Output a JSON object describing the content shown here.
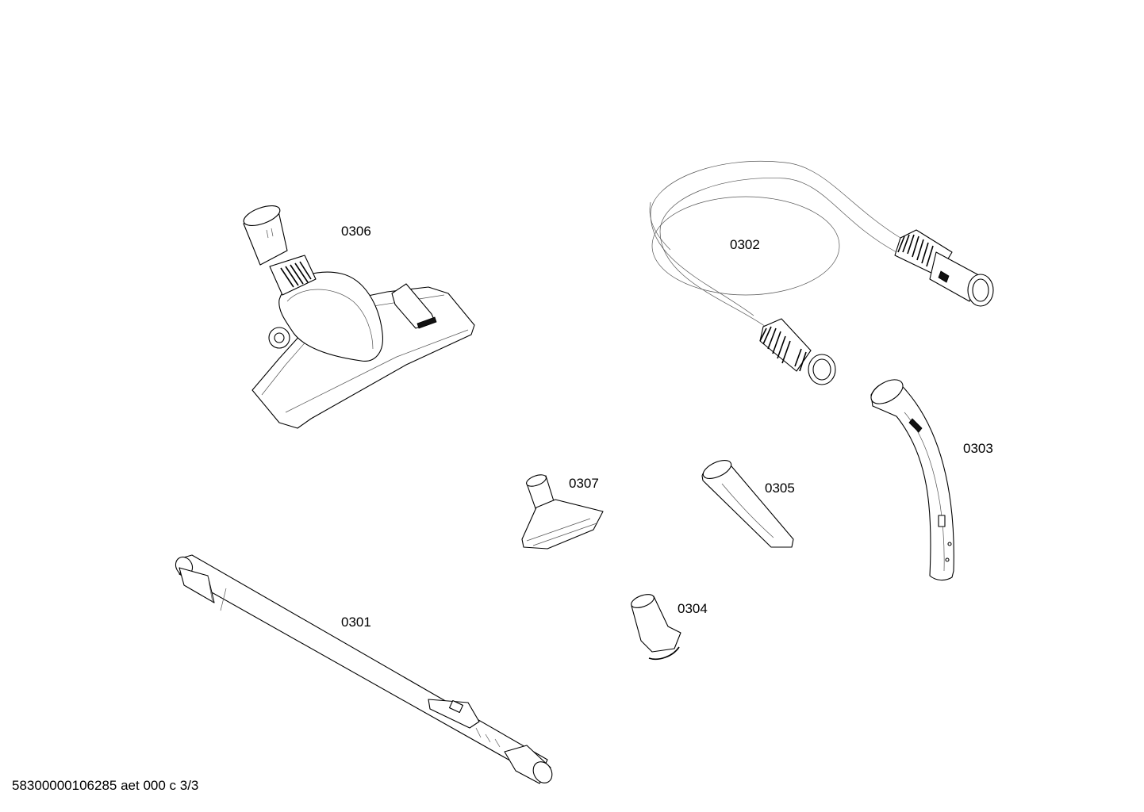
{
  "parts": [
    {
      "id": "0306",
      "label": "0306"
    },
    {
      "id": "0302",
      "label": "0302"
    },
    {
      "id": "0303",
      "label": "0303"
    },
    {
      "id": "0307",
      "label": "0307"
    },
    {
      "id": "0305",
      "label": "0305"
    },
    {
      "id": "0304",
      "label": "0304"
    },
    {
      "id": "0301",
      "label": "0301"
    }
  ],
  "footer": "58300000106285 aet 000 c 3/3"
}
